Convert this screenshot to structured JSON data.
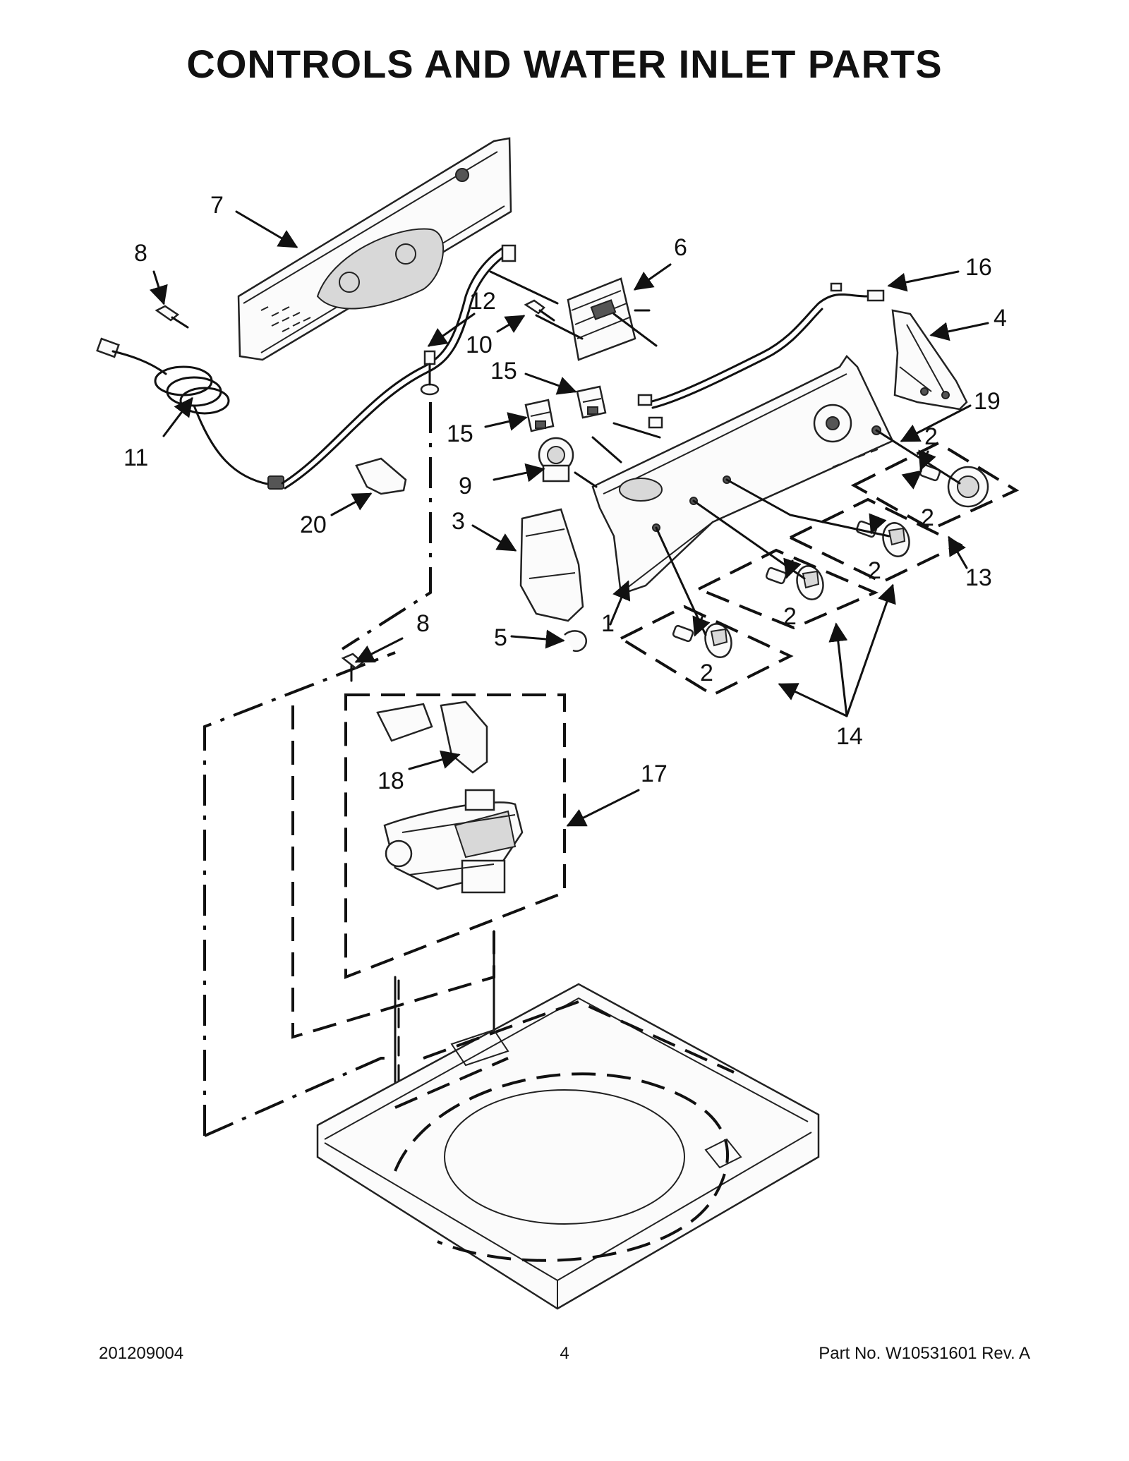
{
  "title": "CONTROLS AND WATER INLET PARTS",
  "callouts": {
    "c1": "1",
    "c2a": "2",
    "c2b": "2",
    "c2c": "2",
    "c2d": "2",
    "c2e": "2",
    "c3": "3",
    "c4": "4",
    "c5": "5",
    "c6": "6",
    "c7": "7",
    "c8a": "8",
    "c8b": "8",
    "c9": "9",
    "c10": "10",
    "c11": "11",
    "c12": "12",
    "c13": "13",
    "c14": "14",
    "c15a": "15",
    "c15b": "15",
    "c16": "16",
    "c17": "17",
    "c18": "18",
    "c19": "19",
    "c20": "20"
  },
  "footer": {
    "date_code": "201209004",
    "page_number": "4",
    "part_number": "Part No.  W10531601  Rev.  A"
  }
}
